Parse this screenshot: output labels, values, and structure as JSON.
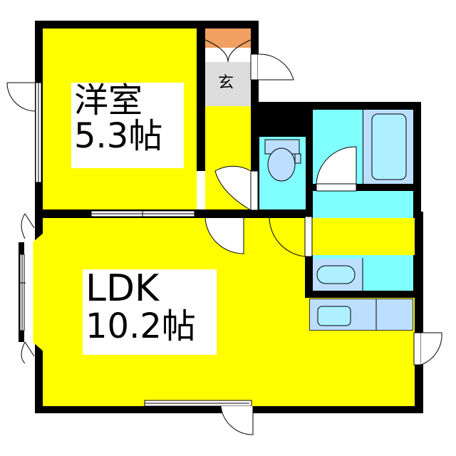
{
  "plan": {
    "type": "apartment-floor-plan",
    "layout": "1LDK",
    "colors": {
      "wall": "#000000",
      "living_area": "#ffff00",
      "wet_area": "#80ffff",
      "fixture": "#bddfff",
      "entrance": "#dddddd",
      "shoe_box": "#f0a060"
    }
  },
  "rooms": {
    "western_room": {
      "name": "洋室",
      "size": "5.3帖"
    },
    "ldk": {
      "name": "LDK",
      "size": "10.2帖"
    },
    "entrance": {
      "name": "玄"
    },
    "toilet": {
      "name": ""
    },
    "bathroom": {
      "name": ""
    },
    "washroom": {
      "name": ""
    },
    "kitchen": {
      "name": ""
    }
  }
}
